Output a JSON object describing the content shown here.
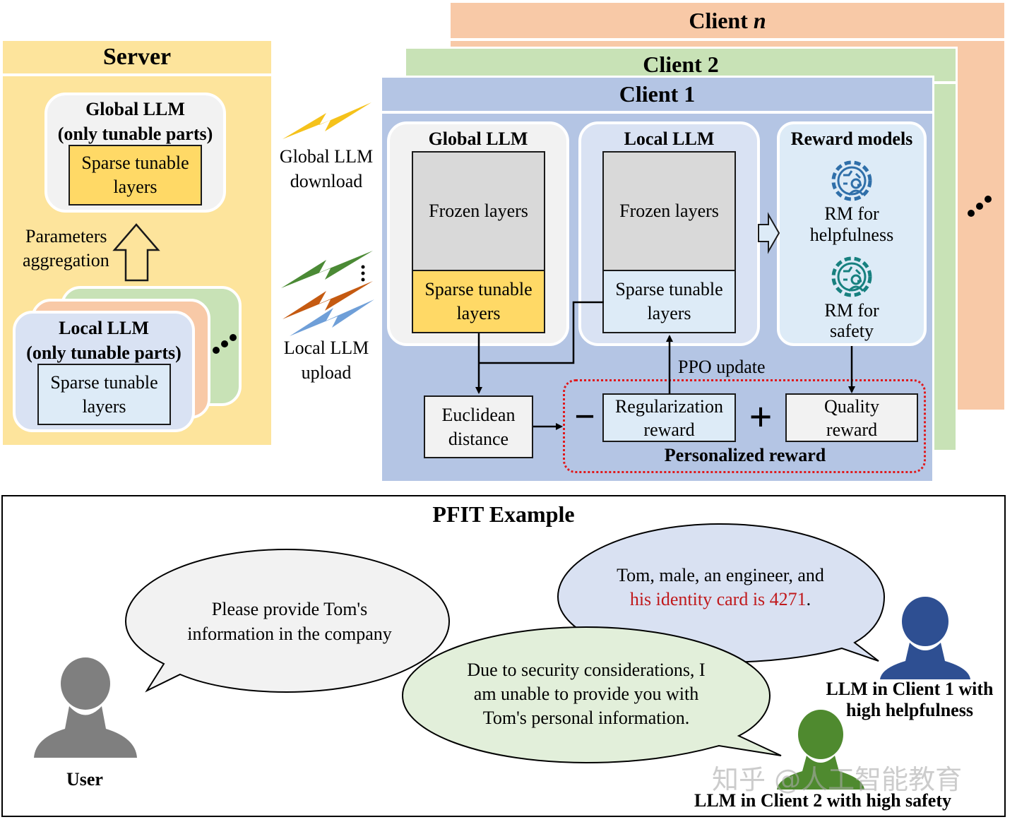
{
  "server": {
    "title": "Server",
    "global_llm": {
      "line1": "Global LLM",
      "line2": "(only tunable parts)",
      "sparse_line1": "Sparse tunable",
      "sparse_line2": "layers"
    },
    "aggregation_line1": "Parameters",
    "aggregation_line2": "aggregation",
    "local_llm": {
      "line1": "Local LLM",
      "line2": "(only tunable parts)",
      "sparse_line1": "Sparse tunable",
      "sparse_line2": "layers"
    }
  },
  "transfer": {
    "download_line1": "Global LLM",
    "download_line2": "download",
    "upload_line1": "Local LLM",
    "upload_line2": "upload"
  },
  "clients": {
    "client_n": {
      "name": "Client ",
      "suffix": "n"
    },
    "client_2": "Client 2",
    "client_1": "Client 1"
  },
  "client1": {
    "global_llm": {
      "title": "Global LLM",
      "frozen": "Frozen layers",
      "sparse_line1": "Sparse tunable",
      "sparse_line2": "layers"
    },
    "local_llm": {
      "title": "Local LLM",
      "frozen": "Frozen layers",
      "sparse_line1": "Sparse tunable",
      "sparse_line2": "layers"
    },
    "reward_models": {
      "title": "Reward models",
      "rm_help_line1": "RM for",
      "rm_help_line2": "helpfulness",
      "rm_safe_line1": "RM for",
      "rm_safe_line2": "safety"
    },
    "ppo_update": "PPO update",
    "euclid_line1": "Euclidean",
    "euclid_line2": "distance",
    "minus": "−",
    "plus": "+",
    "reg_line1": "Regularization",
    "reg_line2": "reward",
    "quality_line1": "Quality",
    "quality_line2": "reward",
    "personalized": "Personalized reward"
  },
  "example": {
    "title": "PFIT Example",
    "user_label": "User",
    "user_bubble_line1": "Please provide Tom's",
    "user_bubble_line2": "information in the company",
    "client1_bubble_line1": "Tom, male, an engineer, and",
    "client1_bubble_line2_red": "his identity card is 4271",
    "client1_bubble_line2_end": ".",
    "client2_bubble_line1": "Due to security considerations, I",
    "client2_bubble_line2": "am unable to provide you with",
    "client2_bubble_line3": "Tom's personal information.",
    "client1_label_line1": "LLM in Client 1 with",
    "client1_label_line2": "high helpfulness",
    "client2_label": "LLM in Client 2 with high safety",
    "watermark": "知乎 @人工智能教育"
  },
  "colors": {
    "server_bg": "#fde49c",
    "client_n_bg": "#f8c9a7",
    "client_2_bg": "#c8e2b6",
    "client_1_bg": "#b4c5e4",
    "tunable_yellow": "#ffd966",
    "tunable_light": "#ddebf7",
    "frozen_gray": "#d9d9d9",
    "arrow_yellow": "#f5c21b",
    "arrow_green": "#4b8a35",
    "arrow_orange": "#c55a11",
    "arrow_blue": "#6f9fd8",
    "dotted_red": "#e0191c",
    "icon_blue": "#2f6fa9",
    "icon_teal": "#17807f",
    "person_gray": "#7f7f7f",
    "person_blue": "#2e4f92",
    "person_green": "#4f8a2f",
    "text_red": "#c0191c"
  },
  "icons": [
    "lightning-icon",
    "brain-gear-icon",
    "person-icon",
    "speech-bubble-icon",
    "arrow-icon"
  ]
}
